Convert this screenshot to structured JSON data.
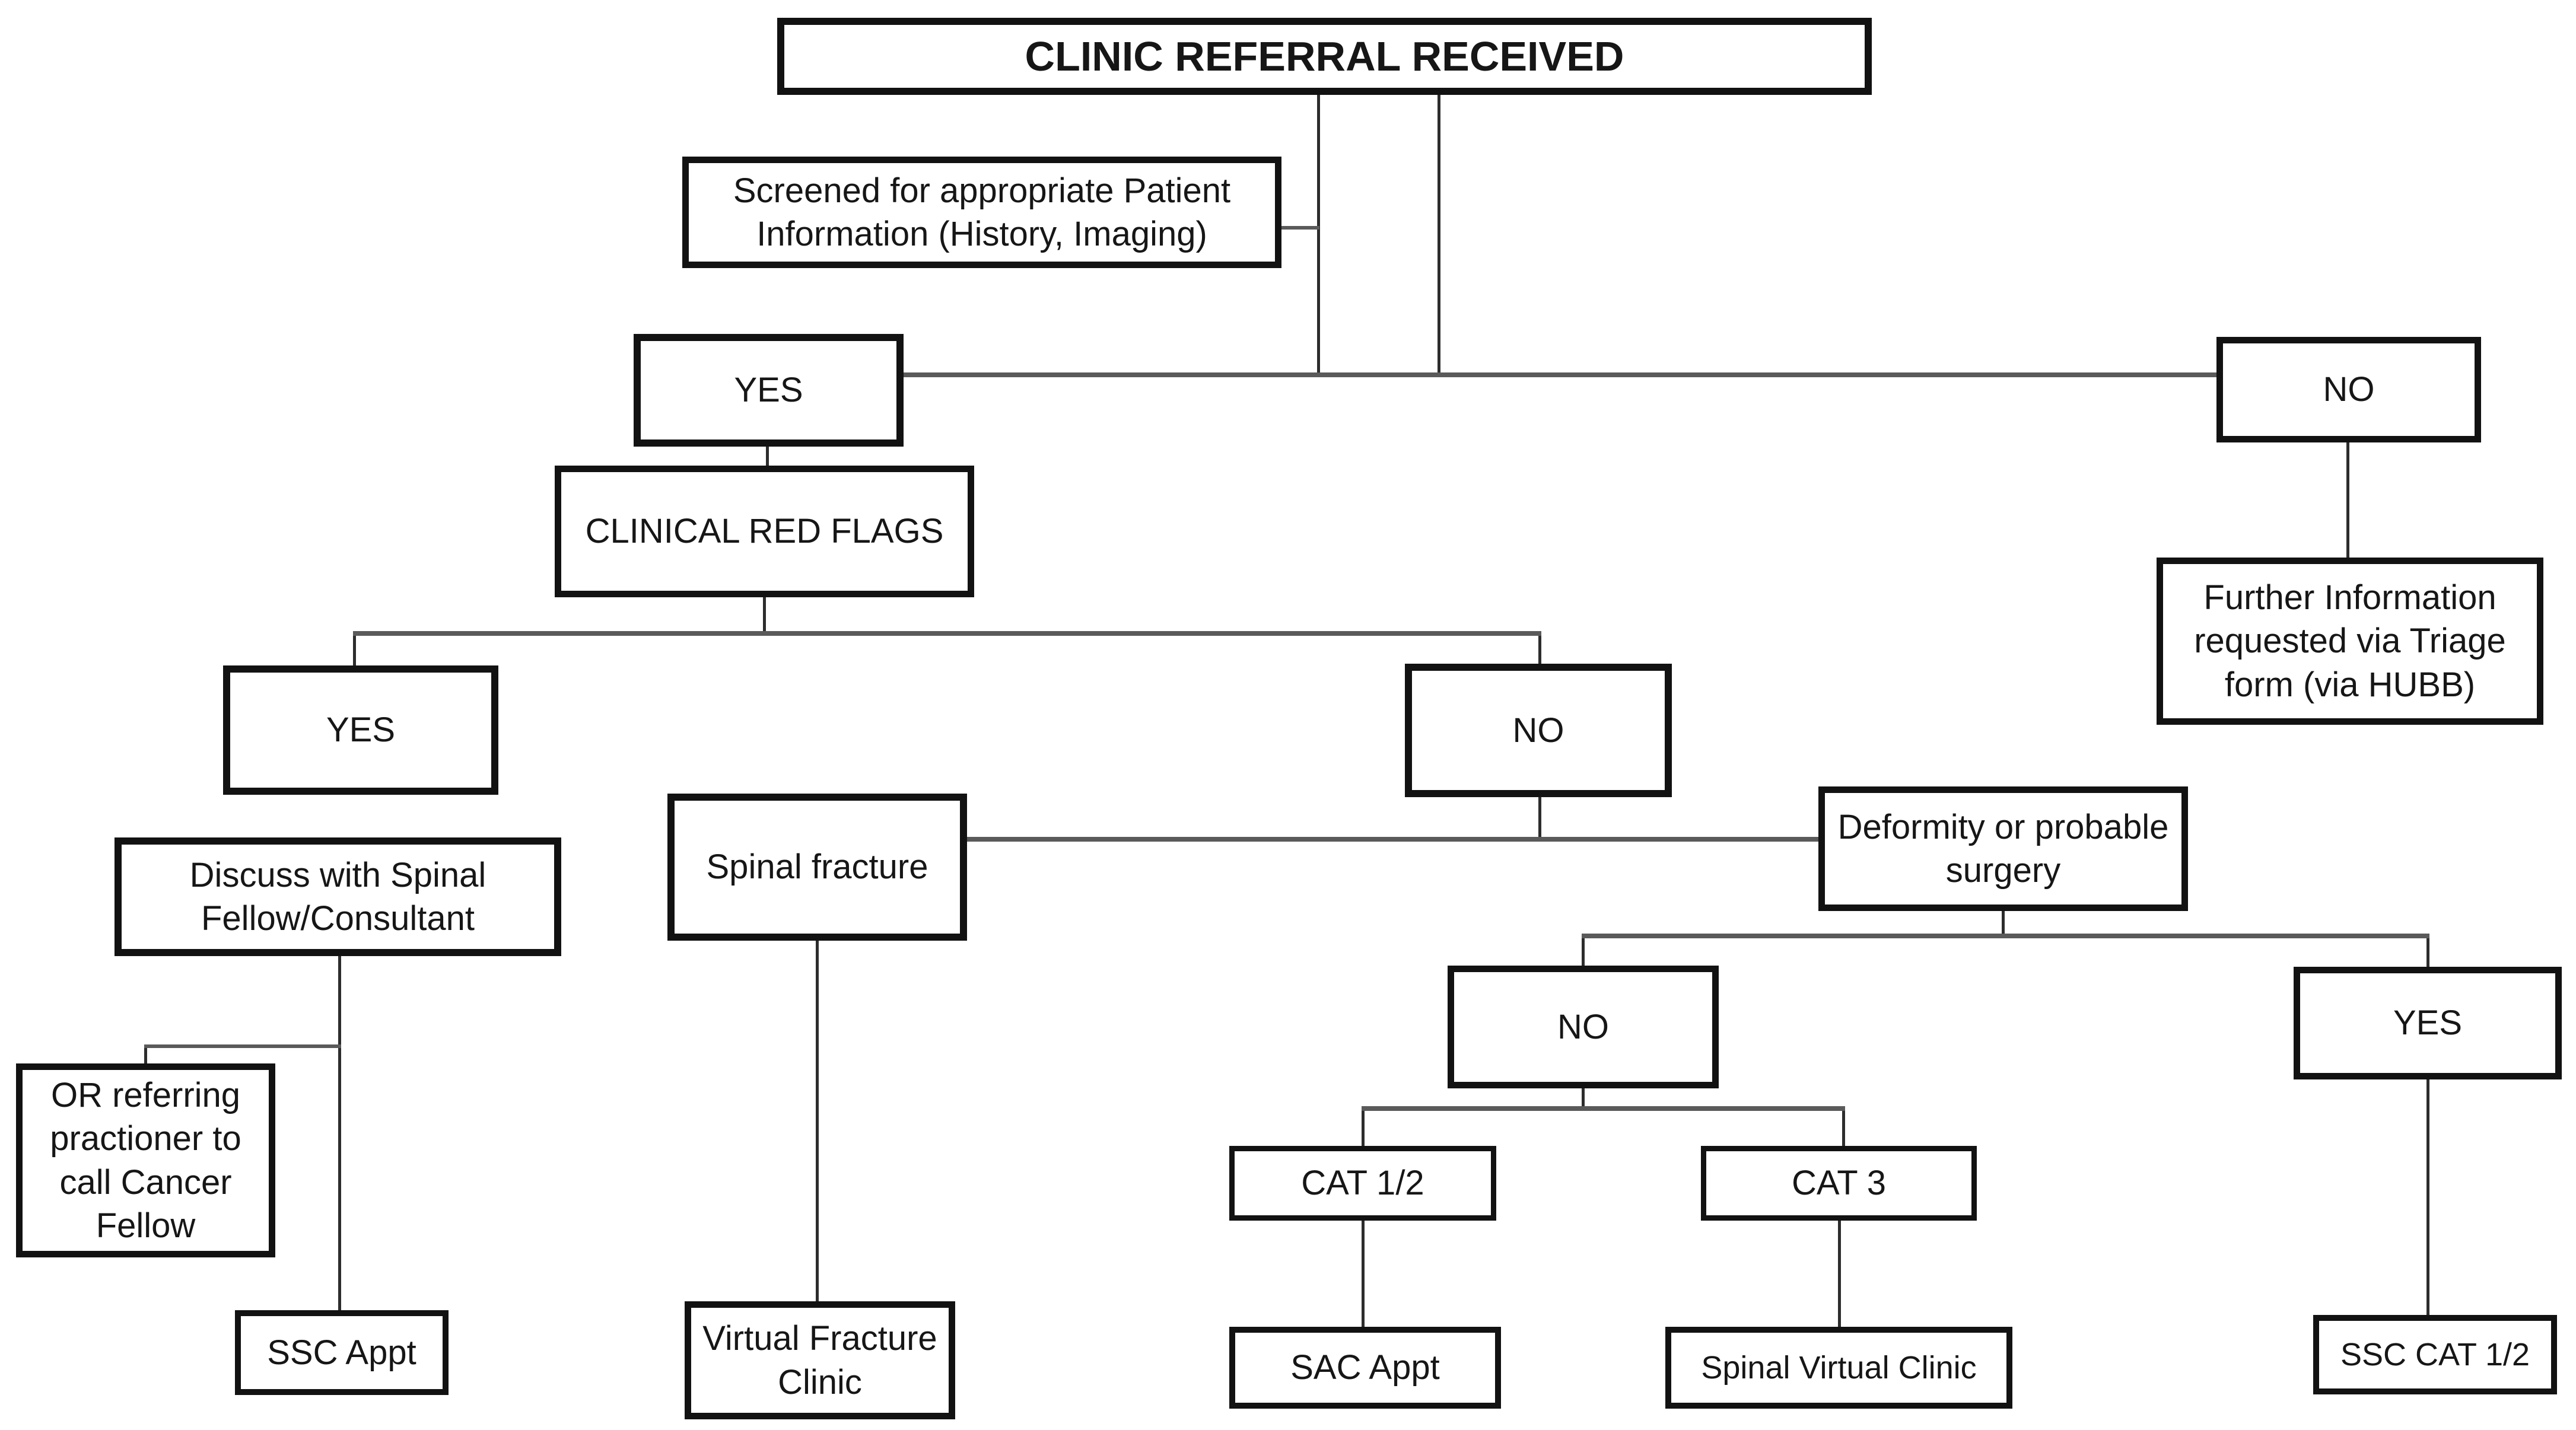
{
  "diagram_title": "CLINIC REFERRAL RECEIVED",
  "colors": {
    "background": "#ffffff",
    "box_border": "#121212",
    "text": "#161616",
    "connector_horizontal": "#5a5a5a",
    "connector_vertical": "#2d2d2d"
  },
  "nodes": {
    "clinic_referral": {
      "label": "CLINIC REFERRAL RECEIVED"
    },
    "screened": {
      "label": "Screened for appropriate Patient Information (History, Imaging)"
    },
    "yes_screen": {
      "label": "YES"
    },
    "no_screen": {
      "label": "NO"
    },
    "further_info": {
      "label": "Further Information requested via Triage form (via HUBB)"
    },
    "clinical_red_flags": {
      "label": "CLINICAL RED FLAGS"
    },
    "yes_red_flags": {
      "label": "YES"
    },
    "no_red_flags": {
      "label": "NO"
    },
    "discuss": {
      "label": "Discuss with Spinal Fellow/Consultant"
    },
    "or_referring": {
      "label": "OR referring practioner to call Cancer Fellow"
    },
    "ssc_appt": {
      "label": "SSC Appt"
    },
    "spinal_fracture": {
      "label": "Spinal fracture"
    },
    "virtual_fracture_clinic": {
      "label": "Virtual Fracture Clinic"
    },
    "deformity": {
      "label": "Deformity or probable surgery"
    },
    "no_deformity": {
      "label": "NO"
    },
    "yes_deformity": {
      "label": "YES"
    },
    "cat_1_2": {
      "label": "CAT 1/2"
    },
    "cat_3": {
      "label": "CAT 3"
    },
    "sac_appt": {
      "label": "SAC Appt"
    },
    "spinal_virtual_clinic": {
      "label": "Spinal Virtual Clinic"
    },
    "ssc_cat_1_2": {
      "label": "SSC CAT 1/2"
    }
  },
  "edges": [
    {
      "from": "clinic_referral",
      "to": "screened"
    },
    {
      "from": "clinic_referral",
      "to": "yes_screen"
    },
    {
      "from": "clinic_referral",
      "to": "no_screen"
    },
    {
      "from": "no_screen",
      "to": "further_info"
    },
    {
      "from": "yes_screen",
      "to": "clinical_red_flags"
    },
    {
      "from": "clinical_red_flags",
      "to": "yes_red_flags"
    },
    {
      "from": "clinical_red_flags",
      "to": "no_red_flags"
    },
    {
      "from": "yes_red_flags",
      "to": "discuss"
    },
    {
      "from": "discuss",
      "to": "or_referring"
    },
    {
      "from": "discuss",
      "to": "ssc_appt"
    },
    {
      "from": "no_red_flags",
      "to": "spinal_fracture"
    },
    {
      "from": "no_red_flags",
      "to": "deformity"
    },
    {
      "from": "spinal_fracture",
      "to": "virtual_fracture_clinic"
    },
    {
      "from": "deformity",
      "to": "no_deformity"
    },
    {
      "from": "deformity",
      "to": "yes_deformity"
    },
    {
      "from": "no_deformity",
      "to": "cat_1_2"
    },
    {
      "from": "no_deformity",
      "to": "cat_3"
    },
    {
      "from": "cat_1_2",
      "to": "sac_appt"
    },
    {
      "from": "cat_3",
      "to": "spinal_virtual_clinic"
    },
    {
      "from": "yes_deformity",
      "to": "ssc_cat_1_2"
    }
  ]
}
